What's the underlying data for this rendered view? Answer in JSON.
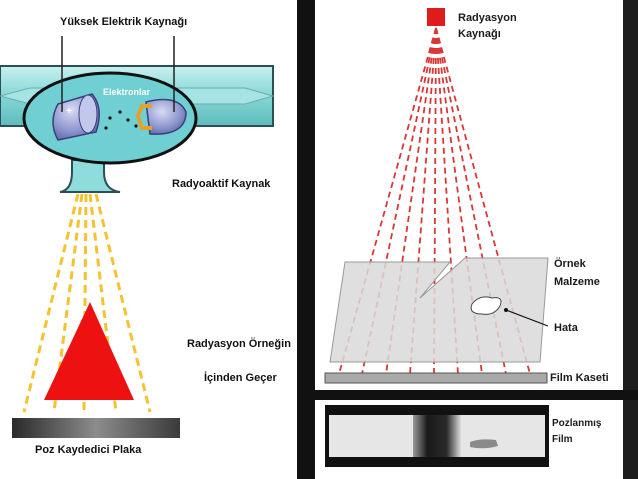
{
  "left": {
    "high_voltage_source": "Yüksek Elektrik Kaynağı",
    "electrons": "Elektronlar",
    "plus_sign": "+",
    "radioactive_source": "Radyoaktif Kaynak",
    "passes_through_line1": "Radyasyon Örneğin",
    "passes_through_line2": "İçinden Geçer",
    "recording_plate": "Poz Kaydedici Plaka"
  },
  "right": {
    "radiation_source_line1": "Radyasyon",
    "radiation_source_line2": "Kaynağı",
    "sample_line1": "Örnek",
    "sample_line2": "Malzeme",
    "defect": "Hata",
    "film_cassette": "Film Kaseti",
    "exposed_film_line1": "Pozlanmış",
    "exposed_film_line2": "Film"
  },
  "colors": {
    "tube_cyan": "#8fdcdc",
    "electron_bulb": "#7f88c8",
    "triangle_red": "#ee1111",
    "ray_yellow": "#f5c232",
    "ray_red": "#d93636",
    "source_red": "#e01b1b",
    "sample_gray": "#d9d9d9"
  },
  "icons": [
    "x-ray-tube-icon",
    "radiation-source-square-icon",
    "defect-blob-icon"
  ]
}
